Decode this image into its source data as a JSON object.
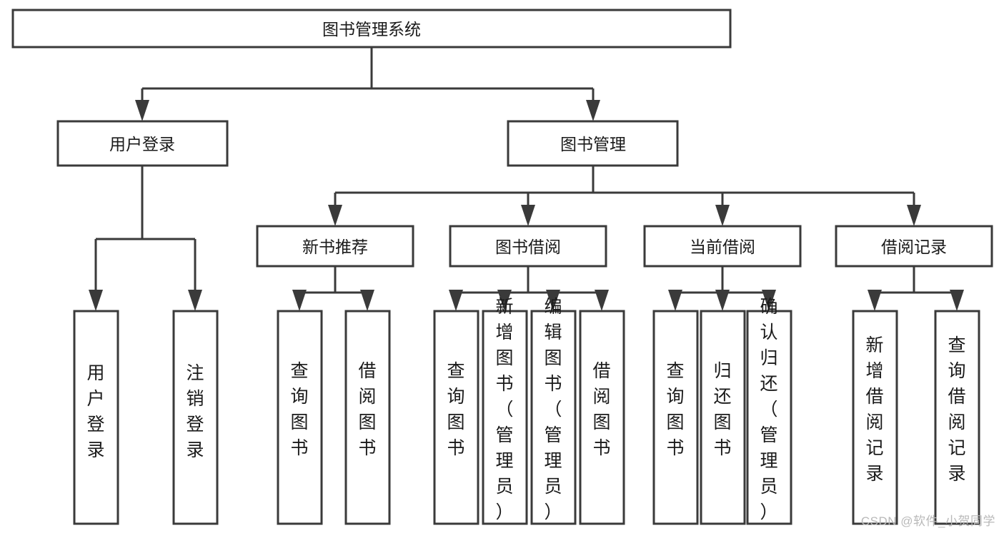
{
  "diagram": {
    "title": "图书管理系统",
    "watermark": "CSDN @软件_小贺同学",
    "colors": {
      "stroke": "#3a3a3a",
      "fill": "#ffffff",
      "text": "#1a1a1a",
      "watermark": "#b9b9b9",
      "background": "#ffffff"
    },
    "root": {
      "label": "图书管理系统"
    },
    "level2": [
      {
        "label": "用户登录"
      },
      {
        "label": "图书管理"
      }
    ],
    "level3": [
      {
        "label": "新书推荐"
      },
      {
        "label": "图书借阅"
      },
      {
        "label": "当前借阅"
      },
      {
        "label": "借阅记录"
      }
    ],
    "leaves": {
      "user_login": [
        {
          "label": "用户登录"
        },
        {
          "label": "注销登录"
        }
      ],
      "new_book_recommend": [
        {
          "label": "查询图书"
        },
        {
          "label": "借阅图书"
        }
      ],
      "book_borrow": [
        {
          "label": "查询图书"
        },
        {
          "label": "新增图书（管理员）"
        },
        {
          "label": "编辑图书（管理员）"
        },
        {
          "label": "借阅图书"
        }
      ],
      "current_borrow": [
        {
          "label": "查询图书"
        },
        {
          "label": "归还图书"
        },
        {
          "label": "确认归还（管理员）"
        }
      ],
      "borrow_record": [
        {
          "label": "新增借阅记录"
        },
        {
          "label": "查询借阅记录"
        }
      ]
    }
  }
}
